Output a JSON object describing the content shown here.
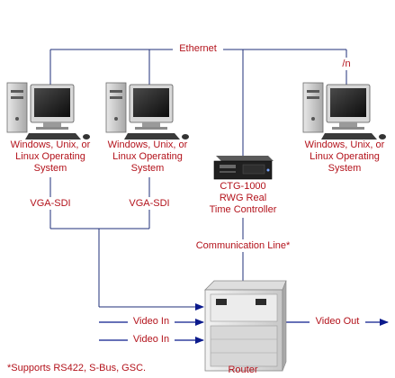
{
  "network": {
    "label": "Ethernet",
    "extra_label": "/n"
  },
  "workstations": [
    {
      "os_lines": [
        "Windows, Unix, or",
        "Linux Operating",
        "System"
      ],
      "adapter": "VGA-SDI"
    },
    {
      "os_lines": [
        "Windows, Unix, or",
        "Linux Operating",
        "System"
      ],
      "adapter": "VGA-SDI"
    },
    {
      "os_lines": [
        "Windows, Unix, or",
        "Linux Operating",
        "System"
      ],
      "adapter": ""
    }
  ],
  "controller": {
    "lines": [
      "CTG-1000",
      "RWG Real",
      "Time Controller"
    ]
  },
  "communication_line": "Communication Line*",
  "router": {
    "label": "Router"
  },
  "video_inputs": [
    "Video In",
    "Video In"
  ],
  "video_output": "Video Out",
  "footnote": "*Supports RS422, S-Bus, GSC.",
  "colors": {
    "text": "#b3121b",
    "wire": "#1f2f7a",
    "arrow": "#0b1a8c"
  }
}
